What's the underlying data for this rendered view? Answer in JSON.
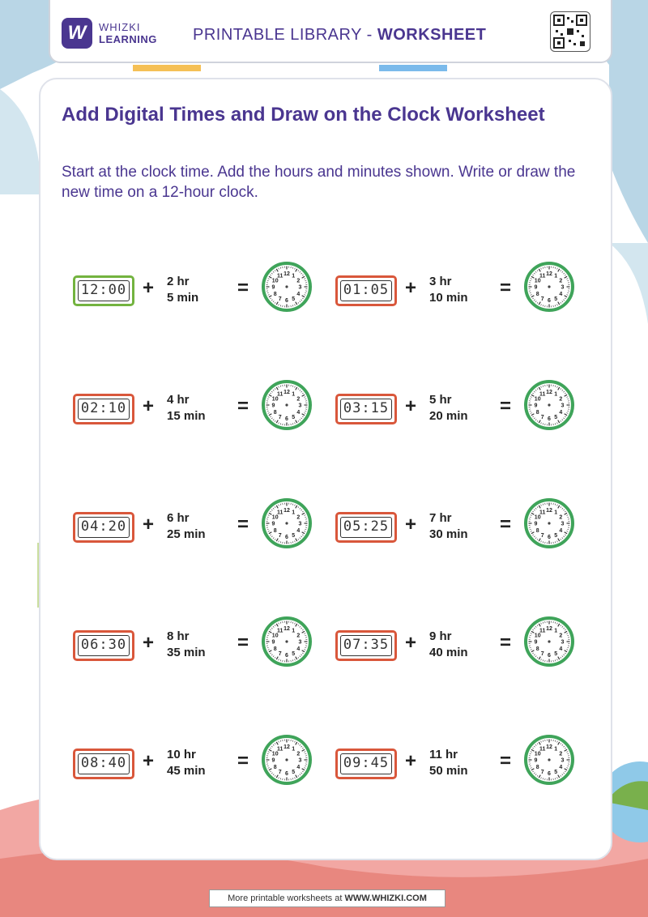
{
  "header": {
    "logo_mark": "W",
    "logo_line1": "WHIZKI",
    "logo_line2": "LEARNING",
    "title_prefix": "PRINTABLE LIBRARY - ",
    "title_bold": "WORKSHEET"
  },
  "worksheet": {
    "title": "Add Digital Times and Draw on the Clock Worksheet",
    "instructions": "Start at the clock time. Add the hours and minutes shown. Write or draw the new time on a 12-hour clock.",
    "plus_sign": "+",
    "equals_sign": "=",
    "problems": [
      {
        "start": "12:00",
        "hours": "2 hr",
        "minutes": "5 min"
      },
      {
        "start": "01:05",
        "hours": "3 hr",
        "minutes": "10 min"
      },
      {
        "start": "02:10",
        "hours": "4 hr",
        "minutes": "15 min"
      },
      {
        "start": "03:15",
        "hours": "5 hr",
        "minutes": "20 min"
      },
      {
        "start": "04:20",
        "hours": "6 hr",
        "minutes": "25 min"
      },
      {
        "start": "05:25",
        "hours": "7 hr",
        "minutes": "30 min"
      },
      {
        "start": "06:30",
        "hours": "8 hr",
        "minutes": "35 min"
      },
      {
        "start": "07:35",
        "hours": "9 hr",
        "minutes": "40 min"
      },
      {
        "start": "08:40",
        "hours": "10 hr",
        "minutes": "45 min"
      },
      {
        "start": "09:45",
        "hours": "11 hr",
        "minutes": "50 min"
      }
    ],
    "clock_numbers": [
      "12",
      "1",
      "2",
      "3",
      "4",
      "5",
      "6",
      "7",
      "8",
      "9",
      "10",
      "11"
    ]
  },
  "footer": {
    "text": "More printable worksheets at ",
    "link": "WWW.WHIZKI.COM"
  },
  "colors": {
    "brand_purple": "#4a3690",
    "digital_border": "#d9573b",
    "digital_border_first": "#73b33f",
    "clock_rim": "#3fa45a"
  }
}
